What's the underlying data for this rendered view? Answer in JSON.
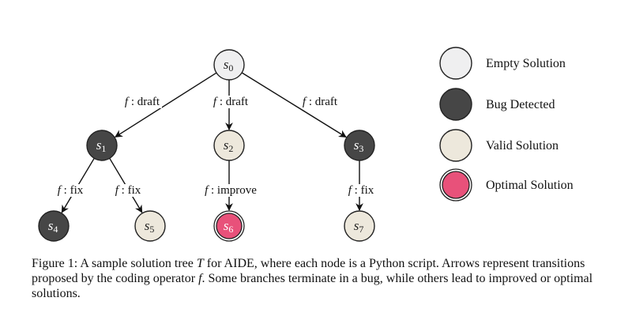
{
  "diagram": {
    "node_types": {
      "empty": {
        "label": "Empty Solution",
        "fill": "#efeff0",
        "text_color": "#222222",
        "double_border": false
      },
      "bug": {
        "label": "Bug Detected",
        "fill": "#464646",
        "text_color": "#ffffff",
        "double_border": false
      },
      "valid": {
        "label": "Valid Solution",
        "fill": "#ede8dc",
        "text_color": "#222222",
        "double_border": false
      },
      "optimal": {
        "label": "Optimal Solution",
        "fill": "#e8517a",
        "text_color": "#ffffff",
        "double_border": true
      }
    },
    "nodes": [
      {
        "id": "s0",
        "base": "s",
        "sub": "0",
        "type": "empty"
      },
      {
        "id": "s1",
        "base": "s",
        "sub": "1",
        "type": "bug"
      },
      {
        "id": "s2",
        "base": "s",
        "sub": "2",
        "type": "valid"
      },
      {
        "id": "s3",
        "base": "s",
        "sub": "3",
        "type": "bug"
      },
      {
        "id": "s4",
        "base": "s",
        "sub": "4",
        "type": "bug"
      },
      {
        "id": "s5",
        "base": "s",
        "sub": "5",
        "type": "valid"
      },
      {
        "id": "s6",
        "base": "s",
        "sub": "6",
        "type": "optimal"
      },
      {
        "id": "s7",
        "base": "s",
        "sub": "7",
        "type": "valid"
      }
    ],
    "edges": [
      {
        "from": "s0",
        "to": "s1",
        "operator": "f",
        "action": "draft"
      },
      {
        "from": "s0",
        "to": "s2",
        "operator": "f",
        "action": "draft"
      },
      {
        "from": "s0",
        "to": "s3",
        "operator": "f",
        "action": "draft"
      },
      {
        "from": "s1",
        "to": "s4",
        "operator": "f",
        "action": "fix"
      },
      {
        "from": "s1",
        "to": "s5",
        "operator": "f",
        "action": "fix"
      },
      {
        "from": "s2",
        "to": "s6",
        "operator": "f",
        "action": "improve"
      },
      {
        "from": "s3",
        "to": "s7",
        "operator": "f",
        "action": "fix"
      }
    ],
    "legend": [
      "empty",
      "bug",
      "valid",
      "optimal"
    ]
  },
  "caption": {
    "prefix": "Figure 1: A sample solution tree ",
    "symbol_tree": "T",
    "middle": " for AIDE, where each node is a Python script. Arrows represent transitions proposed by the coding operator ",
    "symbol_operator": "f",
    "suffix": ". Some branches terminate in a bug, while others lead to improved or optimal solutions."
  }
}
